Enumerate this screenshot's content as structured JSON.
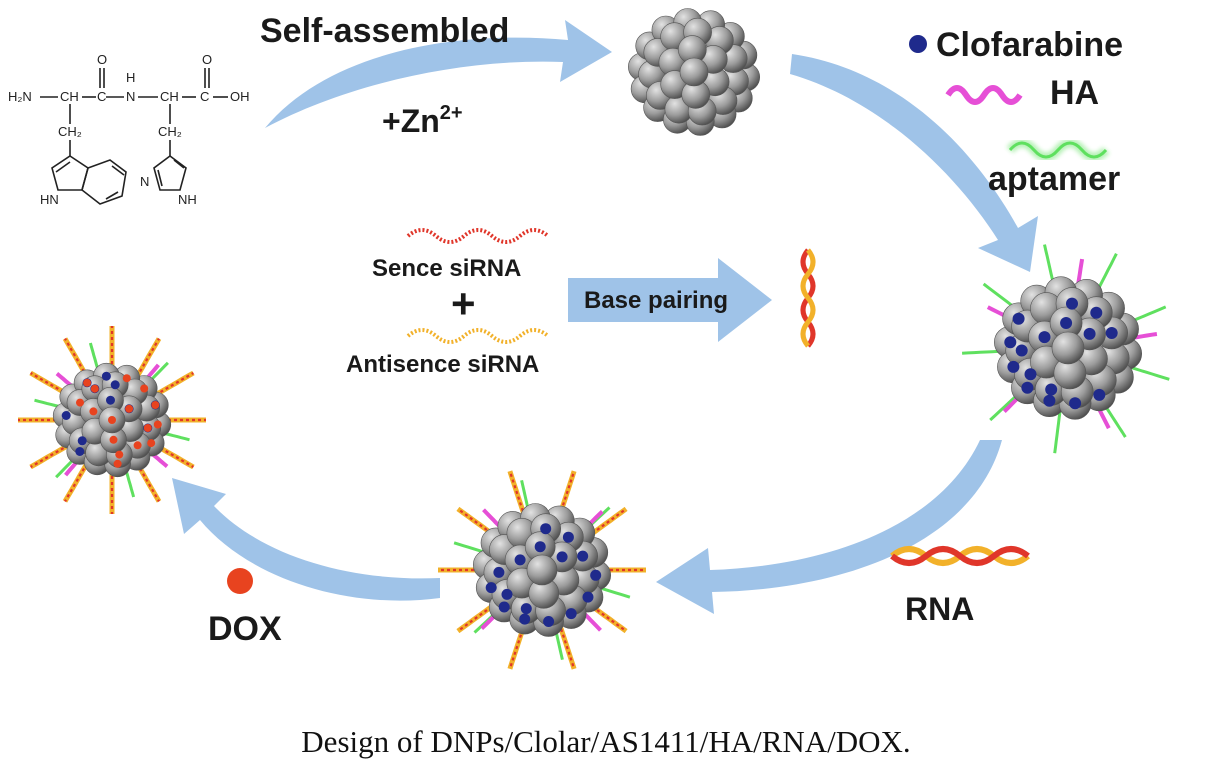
{
  "labels": {
    "self_assembled": "Self-assembled",
    "zn_base": "+Zn",
    "zn_sup": "2+",
    "clofarabine": "Clofarabine",
    "ha": "HA",
    "aptamer": "aptamer",
    "sense_sirna": "Sence siRNA",
    "plus": "+",
    "antisense_sirna": "Antisence siRNA",
    "base_pairing": "Base pairing",
    "rna": "RNA",
    "dox": "DOX"
  },
  "chemical": {
    "h2n": "H₂N",
    "ch": "CH",
    "c": "C",
    "n": "N",
    "h": "H",
    "o": "O",
    "oh": "OH",
    "ch2": "CH₂",
    "hn": "HN",
    "nh": "NH"
  },
  "caption": "Design of DNPs/Clolar/AS1411/HA/RNA/DOX.",
  "colors": {
    "arrow": "#9fc3e8",
    "sphere": "#9c9c9c",
    "clofarabine": "#1f2a8c",
    "ha": "#e64fd6",
    "aptamer": "#5fe05f",
    "sense": "#e0362a",
    "antisense": "#f2b12a",
    "dox": "#e8431f"
  },
  "icons": [
    "flow-arrow",
    "nanoparticle",
    "dipeptide-structure",
    "sirna-strand",
    "rna-duplex",
    "dox-dot"
  ]
}
